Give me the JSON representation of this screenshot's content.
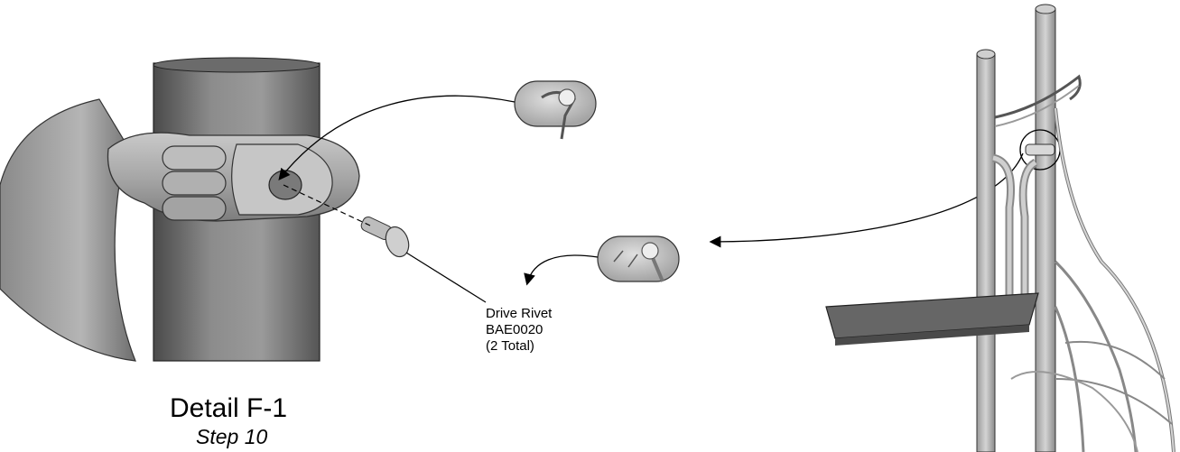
{
  "part_callout": {
    "name": "Drive Rivet",
    "part_number": "BAE0020",
    "quantity": "(2 Total)"
  },
  "detail": {
    "title": "Detail F-1",
    "step": "Step 10"
  }
}
